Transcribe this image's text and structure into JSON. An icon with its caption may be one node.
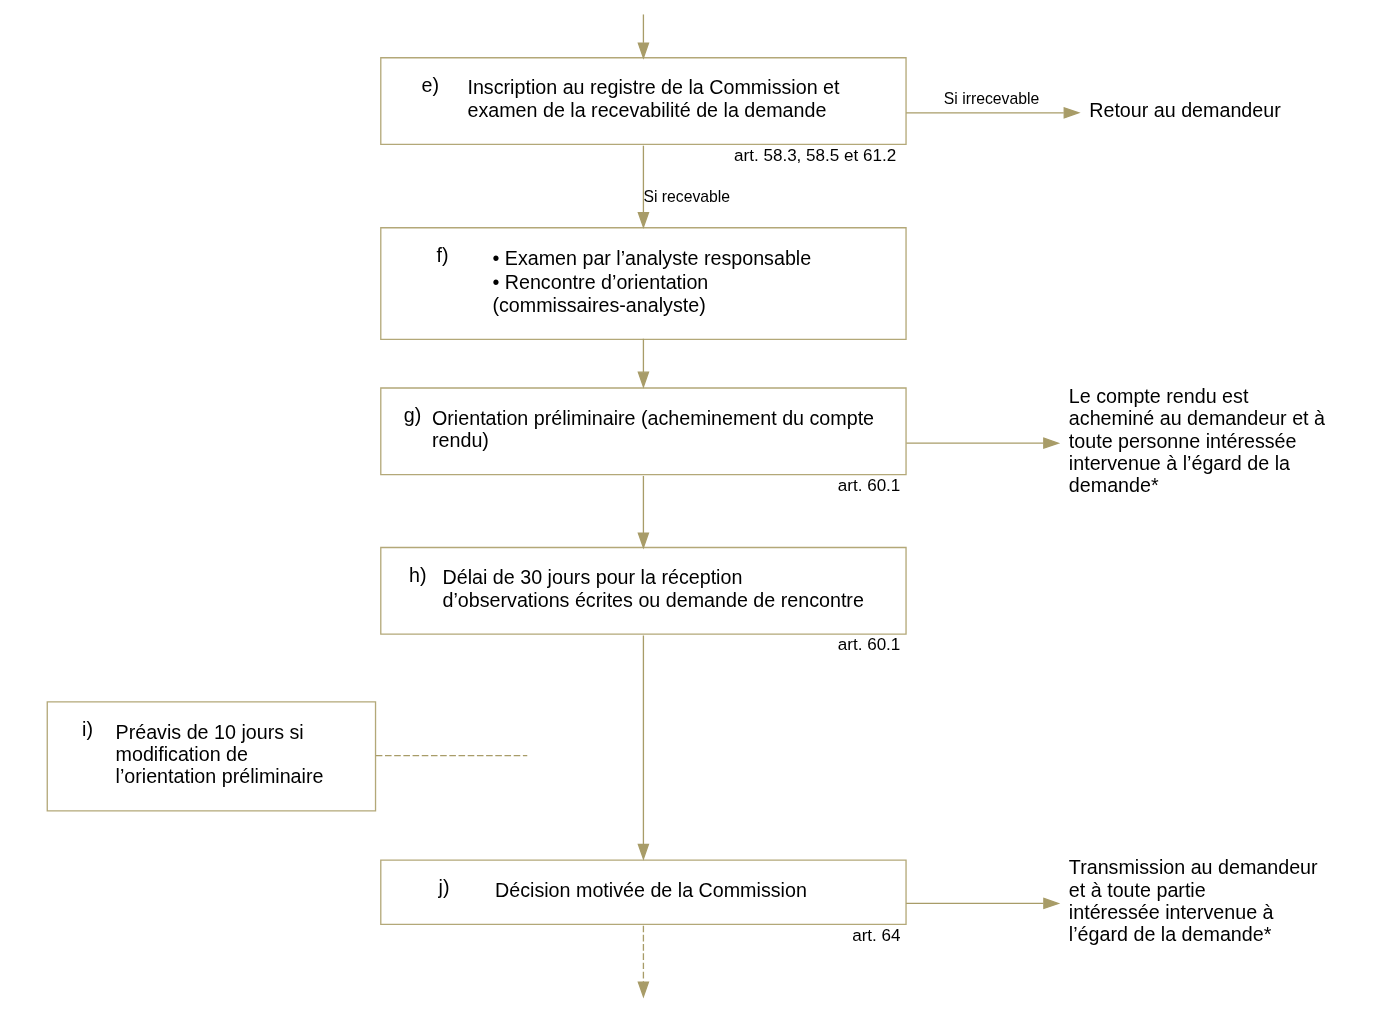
{
  "diagram": {
    "nodes": [
      {
        "text": [
          "e)",
          "Inscription au registre de la Commission et examen de la recevabilité de la demande"
        ],
        "beside": [
          "art. 58.3, 58.5 et 61.2"
        ]
      },
      {
        "text": [
          "Retour au demandeur"
        ]
      },
      {
        "text": [
          "f)",
          "• Examen par l’analyste responsable",
          "• Rencontre d’orientation (commissaires-analyste)"
        ]
      },
      {
        "text": [
          "g)",
          "Orientation préliminaire (acheminement du compte rendu)"
        ],
        "beside": [
          "art. 60.1"
        ]
      },
      {
        "text": [
          "Le compte rendu est acheminé au demandeur et à toute personne intéressée intervenue à l’égard de la demande*"
        ]
      },
      {
        "text": [
          "h)",
          "Délai de 30 jours pour la réception d’observations écrites ou demande de rencontre"
        ],
        "beside": [
          "art. 60.1"
        ]
      },
      {
        "text": [
          "i)",
          "Préavis de 10 jours si modification de l’orientation préliminaire"
        ]
      },
      {
        "text": [
          "j)",
          "Décision motivée de la Commission"
        ],
        "beside": [
          "art. 64"
        ]
      },
      {
        "text": [
          "Transmission au demandeur et à toute partie intéressée intervenue à l’égard de la demande*"
        ]
      }
    ],
    "edges": [
      {
        "from": null,
        "to": 0,
        "arrow": "to"
      },
      {
        "from": 0,
        "to": 1,
        "arrow": "to",
        "label": "Si irrecevable"
      },
      {
        "from": 0,
        "to": 2,
        "arrow": "to",
        "label": "Si recevable"
      },
      {
        "from": 2,
        "to": 3,
        "arrow": "to"
      },
      {
        "from": 3,
        "to": 4,
        "arrow": "to"
      },
      {
        "from": 3,
        "to": 5,
        "arrow": "to"
      },
      {
        "from": 6,
        "to": null,
        "arrow": "none",
        "style": "dashed"
      },
      {
        "from": 5,
        "to": 7,
        "arrow": "to"
      },
      {
        "from": 7,
        "to": 8,
        "arrow": "to"
      },
      {
        "from": 7,
        "to": null,
        "arrow": "to",
        "style": "dashed"
      }
    ]
  }
}
